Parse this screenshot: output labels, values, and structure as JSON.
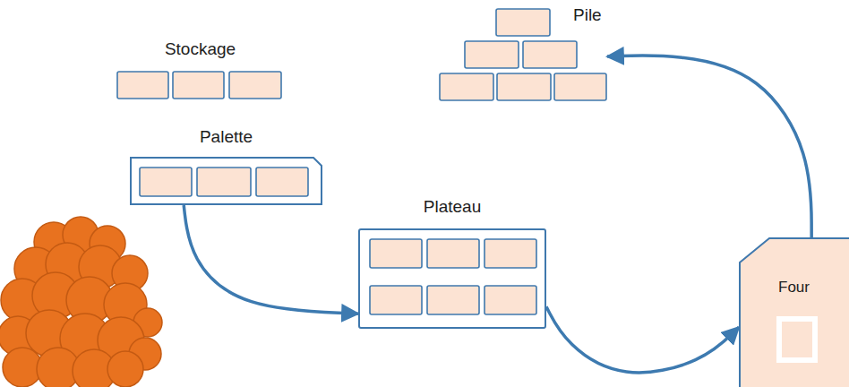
{
  "diagram": {
    "nodes": [
      {
        "text": [
          "Stockage"
        ]
      },
      {
        "text": [
          "Pile"
        ]
      },
      {
        "text": [
          "Palette"
        ]
      },
      {
        "text": [
          "Plateau"
        ]
      },
      {
        "text": [
          "Four"
        ]
      }
    ],
    "edges": [
      {
        "from": 2,
        "to": 3,
        "arrow": "to"
      },
      {
        "from": 3,
        "to": 4,
        "arrow": "to"
      },
      {
        "from": 4,
        "to": 1,
        "arrow": "to"
      }
    ]
  }
}
